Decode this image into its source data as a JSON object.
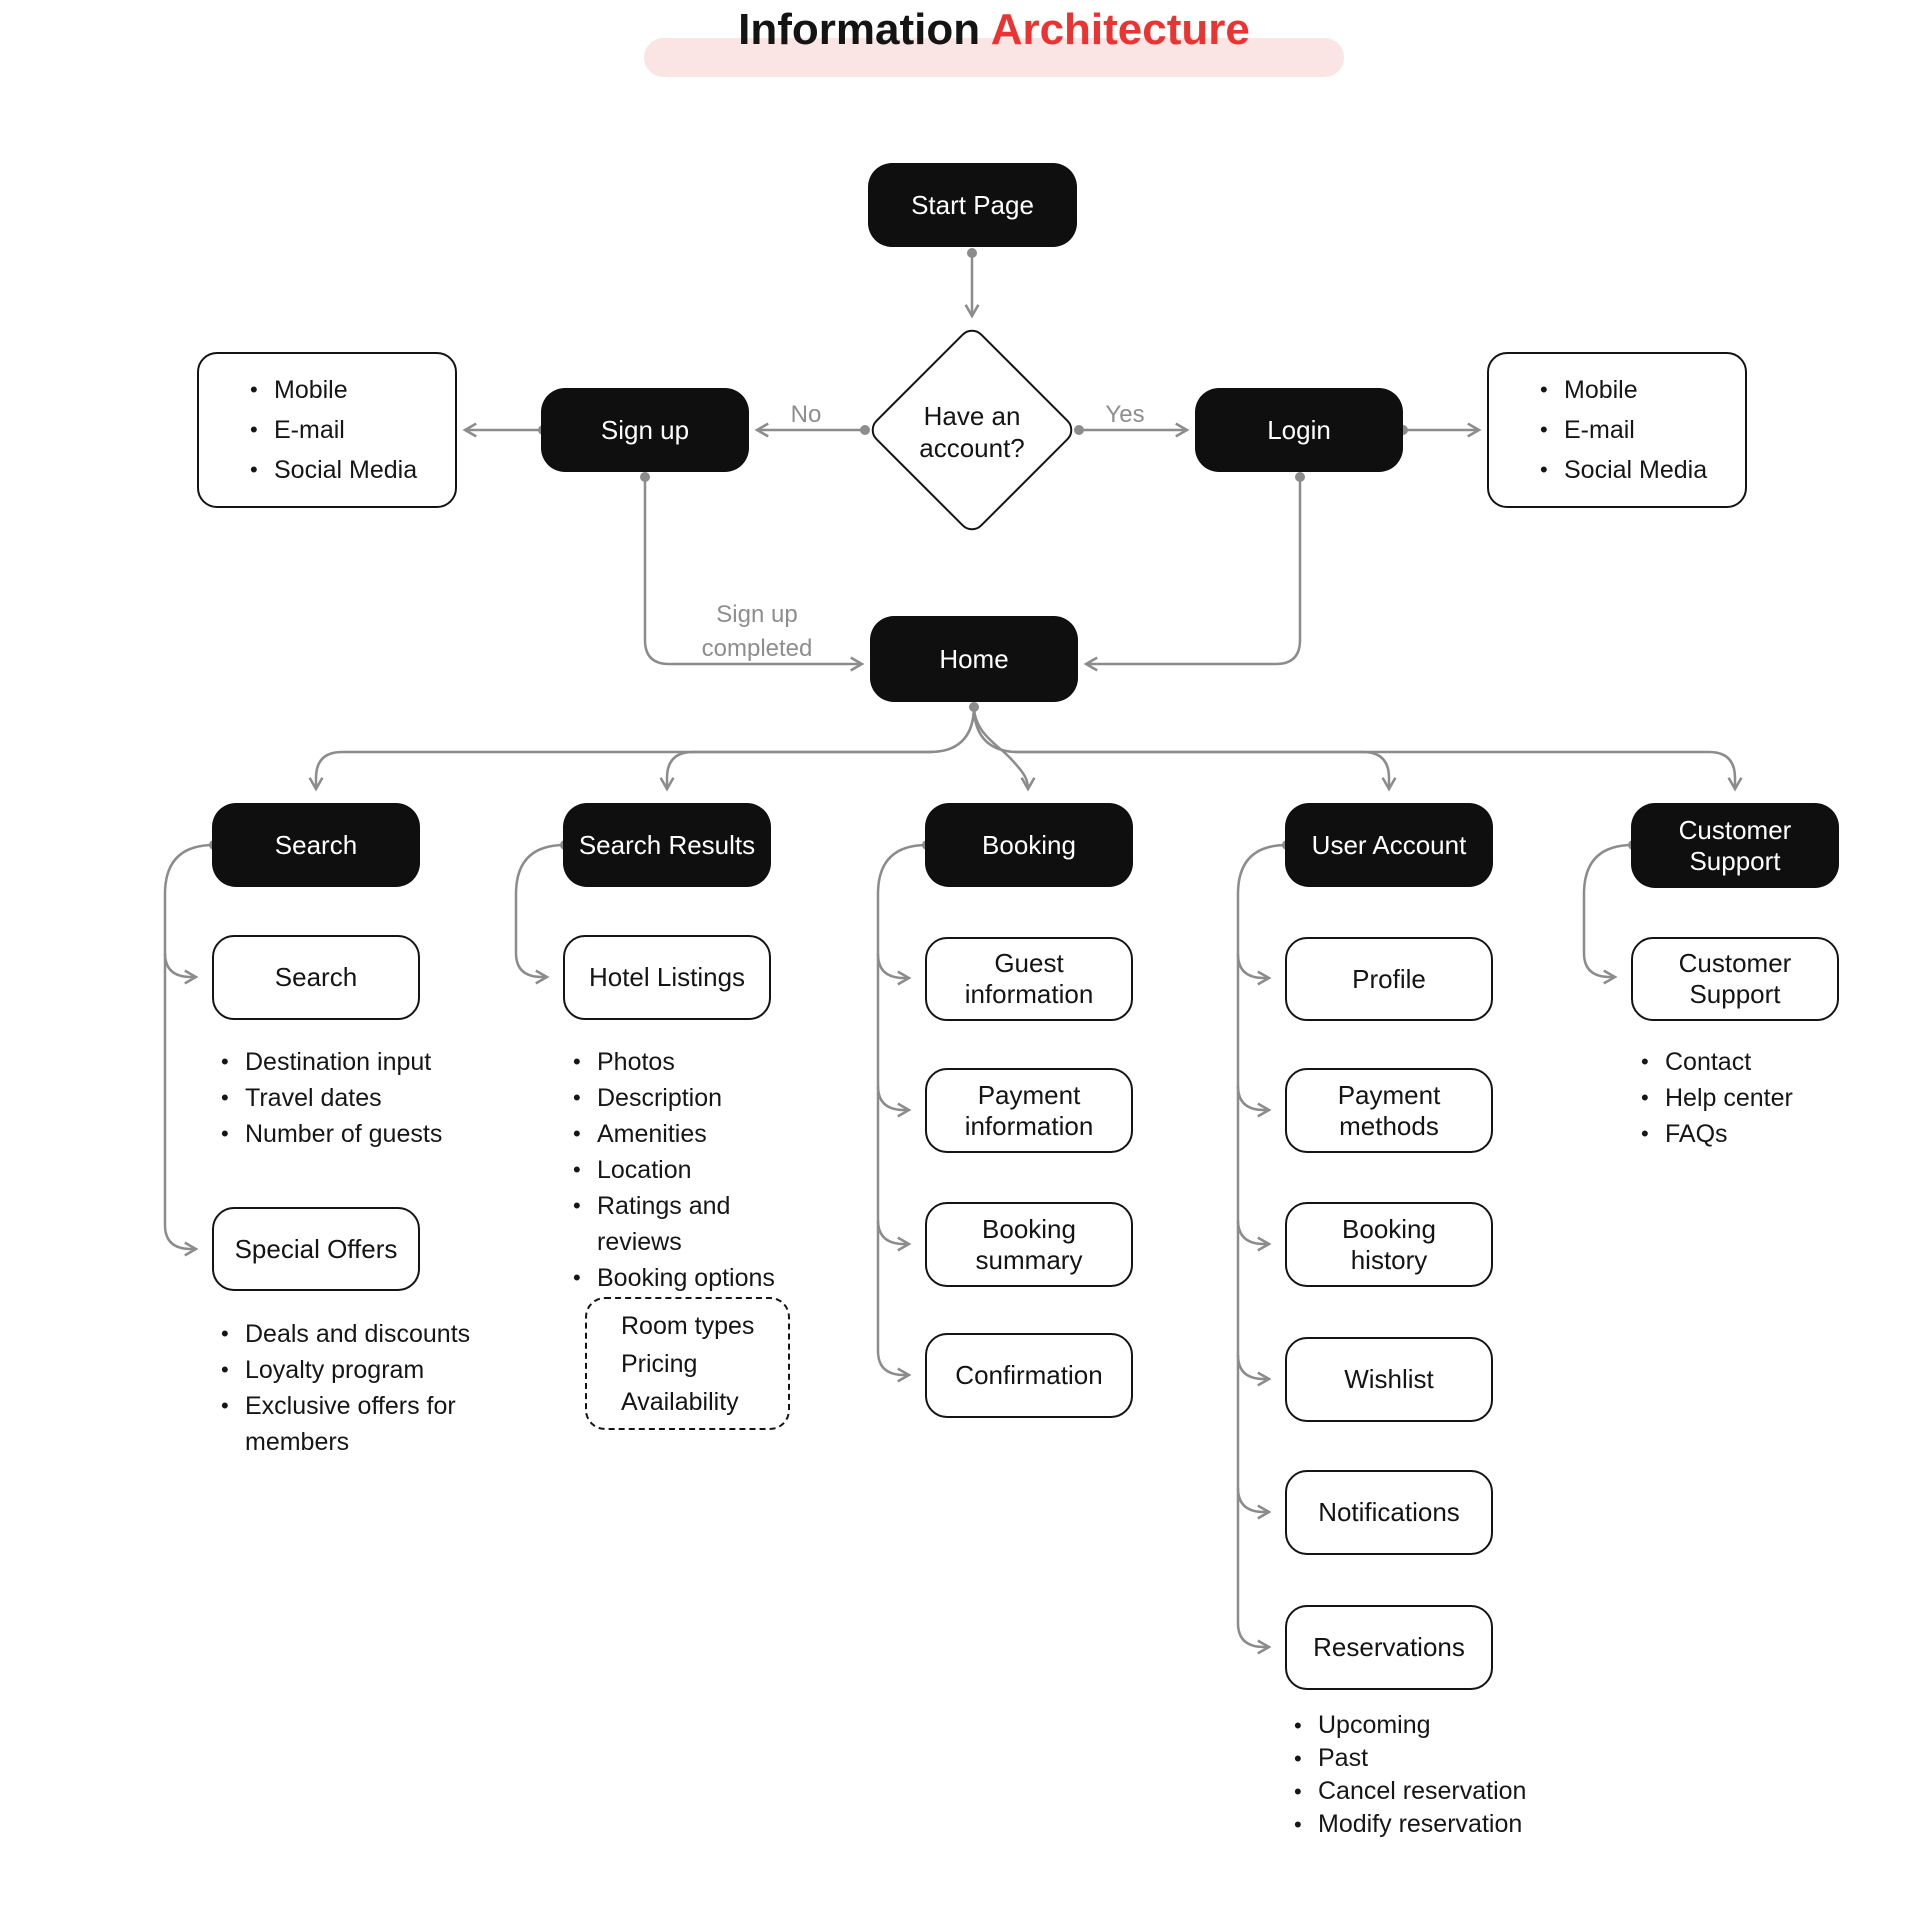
{
  "title": {
    "black": "Information",
    "red": "Architecture"
  },
  "colors": {
    "accent_red": "#ea3431",
    "highlight_pink": "#fae4e4",
    "connector_gray": "#8c8c8c",
    "node_black": "#0f0f0f"
  },
  "flow": {
    "start": "Start Page",
    "decision": "Have an\naccount?",
    "no_label": "No",
    "yes_label": "Yes",
    "signup": "Sign up",
    "login": "Login",
    "signup_completed": "Sign up\ncompleted",
    "home": "Home",
    "signup_options": {
      "items": [
        "Mobile",
        "E-mail",
        "Social Media"
      ]
    },
    "login_options": {
      "items": [
        "Mobile",
        "E-mail",
        "Social Media"
      ]
    }
  },
  "search": {
    "header": "Search",
    "child1": "Search",
    "list1": [
      "Destination input",
      "Travel dates",
      "Number of guests"
    ],
    "child2": "Special Offers",
    "list2": [
      "Deals and discounts",
      "Loyalty program",
      "Exclusive offers for\nmembers"
    ]
  },
  "search_results": {
    "header": "Search Results",
    "child1": "Hotel Listings",
    "list1": [
      "Photos",
      "Description",
      "Amenities",
      "Location",
      "Ratings and\nreviews",
      "Booking options"
    ],
    "dashed": "Room types\nPricing\nAvailability"
  },
  "booking": {
    "header": "Booking",
    "children": [
      "Guest\ninformation",
      "Payment\ninformation",
      "Booking\nsummary",
      "Confirmation"
    ]
  },
  "user_account": {
    "header": "User Account",
    "children": [
      "Profile",
      "Payment\nmethods",
      "Booking\nhistory",
      "Wishlist",
      "Notifications",
      "Reservations"
    ],
    "reservations_list": [
      "Upcoming",
      "Past",
      "Cancel reservation",
      "Modify reservation"
    ]
  },
  "customer_support": {
    "header": "Customer\nSupport",
    "child1": "Customer\nSupport",
    "list1": [
      "Contact",
      "Help center",
      "FAQs"
    ]
  }
}
